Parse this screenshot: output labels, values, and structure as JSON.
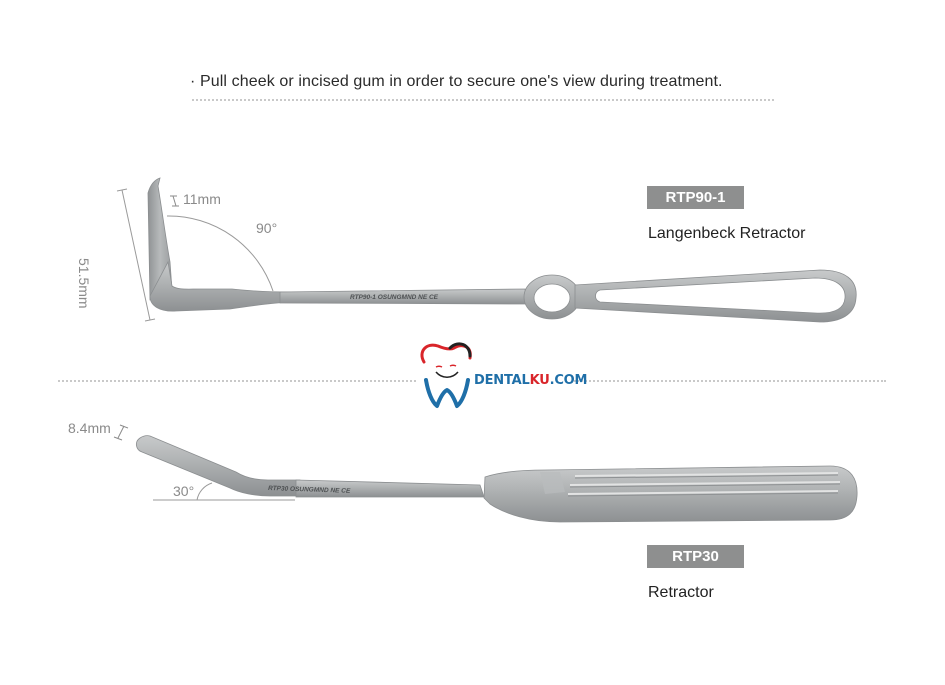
{
  "header": {
    "bullet": "·",
    "description": "Pull cheek or incised gum in order to secure one's view during treatment."
  },
  "products": [
    {
      "code": "RTP90-1",
      "name": "Langenbeck Retractor",
      "dimensions": {
        "length": "51.5mm",
        "width": "11mm",
        "angle": "90°"
      },
      "engraving": "RTP90-1  OSUNGMND  NE CE"
    },
    {
      "code": "RTP30",
      "name": "Retractor",
      "dimensions": {
        "width": "8.4mm",
        "angle": "30°"
      },
      "engraving": "RTP30  OSUNGMND  NE CE"
    }
  ],
  "watermark": {
    "text_blue_1": "DENTAL",
    "text_red": "KU",
    "text_blue_2": ".COM"
  },
  "colors": {
    "badge_bg": "#8e8f8f",
    "steel": "#a9acad",
    "logo_blue": "#1f6fa8",
    "logo_red": "#d9252a"
  }
}
